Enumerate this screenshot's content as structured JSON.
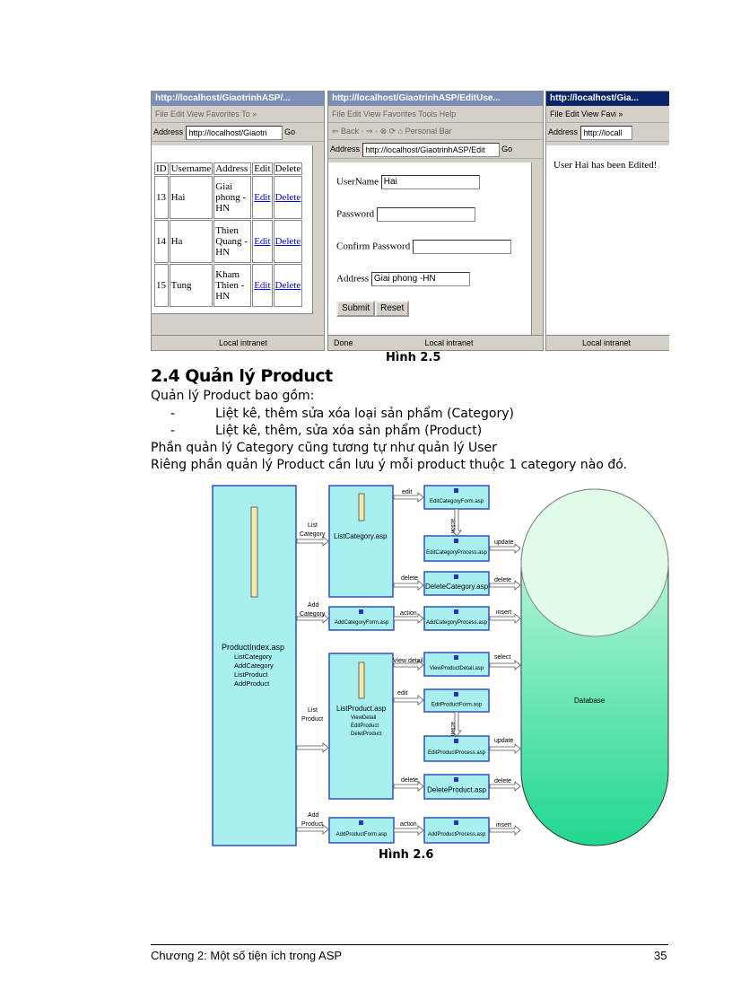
{
  "fig25": {
    "caption": "Hình 2.5",
    "win1": {
      "title": "http://localhost/GiaotrinhASP/...",
      "menu": "File   Edit   View   Favorites   To »",
      "address_label": "Address",
      "address": "http://localhost/Giaotri",
      "go": "Go",
      "headers": [
        "ID",
        "Username",
        "Address",
        "Edit",
        "Delete"
      ],
      "rows": [
        {
          "id": "13",
          "username": "Hai",
          "address": "Giai phong - HN",
          "edit": "Edit",
          "delete": "Delete"
        },
        {
          "id": "14",
          "username": "Ha",
          "address": "Thien Quang - HN",
          "edit": "Edit",
          "delete": "Delete"
        },
        {
          "id": "15",
          "username": "Tung",
          "address": "Kham Thien - HN",
          "edit": "Edit",
          "delete": "Delete"
        }
      ],
      "status": "Local intranet"
    },
    "win2": {
      "title": "http://localhost/GiaotrinhASP/EditUse...",
      "menu": "File   Edit   View   Favorites   Tools   Help",
      "toolbar": "⇐ Back  ·  ⇒  ·  ⊗  ⟳  ⌂   Personal Bar",
      "address_label": "Address",
      "address": "http://localhost/GiaotrinhASP/Edit",
      "go": "Go",
      "username_label": "UserName",
      "username_value": "Hai",
      "password_label": "Password",
      "password_value": "",
      "confirm_label": "Confirm Password",
      "confirm_value": "",
      "address_field_label": "Address",
      "address_field_value": "Giai phong -HN",
      "submit": "Submit",
      "reset": "Reset",
      "status_left": "Done",
      "status": "Local intranet"
    },
    "win3": {
      "title": "http://localhost/Gia...",
      "menu": "File  Edit  View  Favi »",
      "address_label": "Address",
      "address": "http://locall",
      "message": "User Hai has been Edited!",
      "status": "Local intranet"
    }
  },
  "section": {
    "heading": "2.4  Quản lý Product",
    "intro": " Quản lý Product bao gồm:",
    "bullets": [
      "Liệt kê, thêm sửa xóa loại sản phẩm (Category)",
      "Liệt kê, thêm, sửa xóa sản phẩm (Product)"
    ],
    "p1": "Phần quản lý Category cũng tương tự như quản lý User",
    "p2": "Riêng phần quản lý Product cần lưu ý mỗi product thuộc 1 category nào đó."
  },
  "fig26": {
    "caption": "Hình 2.6",
    "product_index": {
      "title": "ProductIndex.asp",
      "items": [
        "ListCategory",
        "AddCategory",
        "ListProduct",
        "AddProduct"
      ]
    },
    "list_category": "ListCategory.asp",
    "list_product": {
      "title": "ListProduct.asp",
      "items": [
        "ViewDetail",
        "EditProduct",
        "DeletProduct"
      ]
    },
    "boxes": {
      "edit_cat_form": "EditCategoryForm.asp",
      "edit_cat_process": "EditCategoryProcess.asp",
      "delete_cat": "DeleteCategory.asp",
      "add_cat_form": "AddCategoryForm.asp",
      "add_cat_process": "AddCategoryProcess.asp",
      "view_detail": "ViewProductDetail.asp",
      "edit_prod_form": "EditProductForm.asp",
      "edit_prod_process": "EditProductProcess.asp",
      "delete_prod": "DeleteProduct.asp",
      "add_prod_form": "AddProductForm.asp",
      "add_prod_process": "AddProductProcess.asp"
    },
    "labels": {
      "list": "List",
      "category": "Category",
      "add": "Add",
      "product": "Product",
      "edit": "edit",
      "action": "action",
      "update": "update",
      "delete": "delete",
      "insert": "insert",
      "view_detail": "View detail",
      "select": "select",
      "delete2": "delete,"
    },
    "database": "Database",
    "colors": {
      "box": "#a8f0f0",
      "db_top": "#d8fbe8",
      "db_bottom": "#20d890",
      "arrow": "#ffffff"
    }
  },
  "footer": {
    "chapter": "Chương 2: Một số tiện ích trong ASP",
    "page": "35"
  }
}
